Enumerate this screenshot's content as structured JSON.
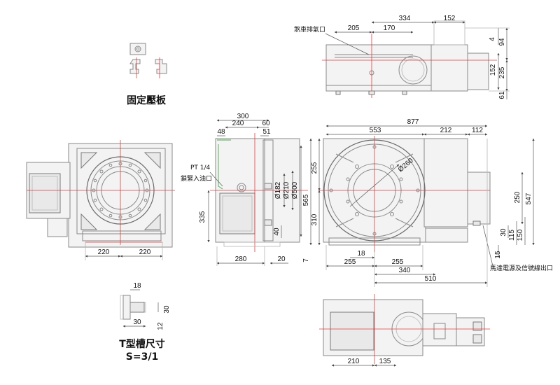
{
  "labels": {
    "fixing_plate": "固定壓板",
    "t_slot_size": "T型槽尺寸",
    "t_slot_spec": "S=3/1",
    "brake_exhaust": "煞車排氣口",
    "pt_thread": "PT 1/4",
    "lock_oil_inlet": "鎖緊入油口",
    "motor_outlet": "馬達電源及信號線出口"
  },
  "dims": {
    "top_205": "205",
    "top_170": "170",
    "top_334": "334",
    "top_152": "152",
    "top_4": "4",
    "top_94": "94",
    "top_152v": "152",
    "top_235": "235",
    "top_61": "61",
    "left_220a": "220",
    "left_220b": "220",
    "mid_300": "300",
    "mid_240": "240",
    "mid_60": "60",
    "mid_48": "48",
    "mid_51": "51",
    "mid_182": "Ø182",
    "mid_210": "Ø210",
    "mid_500": "Ø500",
    "mid_335": "335",
    "mid_40": "40",
    "mid_280": "280",
    "mid_20": "20",
    "r_877": "877",
    "r_553": "553",
    "r_212": "212",
    "r_112": "112",
    "r_255v": "255",
    "r_565": "565",
    "r_310": "310",
    "r_7": "7",
    "r_260": "Ø260",
    "r_250": "250",
    "r_547": "547",
    "r_30": "30",
    "r_115": "115",
    "r_150": "150",
    "r_15": "15",
    "r_18": "18",
    "r_255a": "255",
    "r_255b": "255",
    "r_340": "340",
    "r_510": "510",
    "t_18": "18",
    "t_30v": "30",
    "t_30h": "30",
    "t_12": "12",
    "b_210": "210",
    "b_135": "135"
  }
}
